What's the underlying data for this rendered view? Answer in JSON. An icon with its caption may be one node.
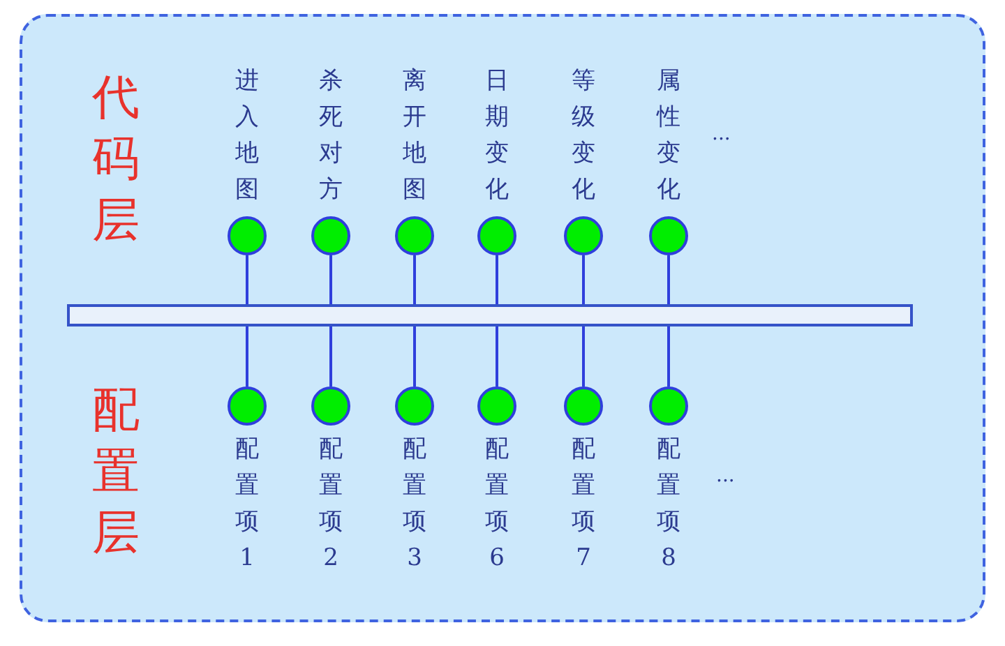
{
  "diagram": {
    "nodes": [
      {
        "text": [],
        "shape": "box"
      },
      {
        "text": [],
        "shape": "bar",
        "in": 0
      },
      {
        "text": [
          "进入地图"
        ],
        "in": 0
      },
      {
        "text": [
          "杀死对方"
        ],
        "in": 0
      },
      {
        "text": [
          "离开地图"
        ],
        "in": 0
      },
      {
        "text": [
          "日期变化"
        ],
        "in": 0
      },
      {
        "text": [
          "等级变化"
        ],
        "in": 0
      },
      {
        "text": [
          "属性变化"
        ],
        "in": 0
      },
      {
        "text": [
          "配置项1"
        ],
        "in": 0
      },
      {
        "text": [
          "配置项2"
        ],
        "in": 0
      },
      {
        "text": [
          "配置项3"
        ],
        "in": 0
      },
      {
        "text": [
          "配置项6"
        ],
        "in": 0
      },
      {
        "text": [
          "配置项7"
        ],
        "in": 0
      },
      {
        "text": [
          "配置项8"
        ],
        "in": 0
      }
    ],
    "edges": [
      {
        "from": 2,
        "to": 1,
        "arrow": "none"
      },
      {
        "from": 1,
        "to": 8,
        "arrow": "none"
      },
      {
        "from": 3,
        "to": 1,
        "arrow": "none"
      },
      {
        "from": 1,
        "to": 9,
        "arrow": "none"
      },
      {
        "from": 4,
        "to": 1,
        "arrow": "none"
      },
      {
        "from": 1,
        "to": 10,
        "arrow": "none"
      },
      {
        "from": 5,
        "to": 1,
        "arrow": "none"
      },
      {
        "from": 1,
        "to": 11,
        "arrow": "none"
      },
      {
        "from": 6,
        "to": 1,
        "arrow": "none"
      },
      {
        "from": 1,
        "to": 12,
        "arrow": "none"
      },
      {
        "from": 7,
        "to": 1,
        "arrow": "none"
      },
      {
        "from": 1,
        "to": 13,
        "arrow": "none"
      }
    ],
    "labels": [
      "代码层",
      "...",
      "配置层",
      "..."
    ]
  }
}
